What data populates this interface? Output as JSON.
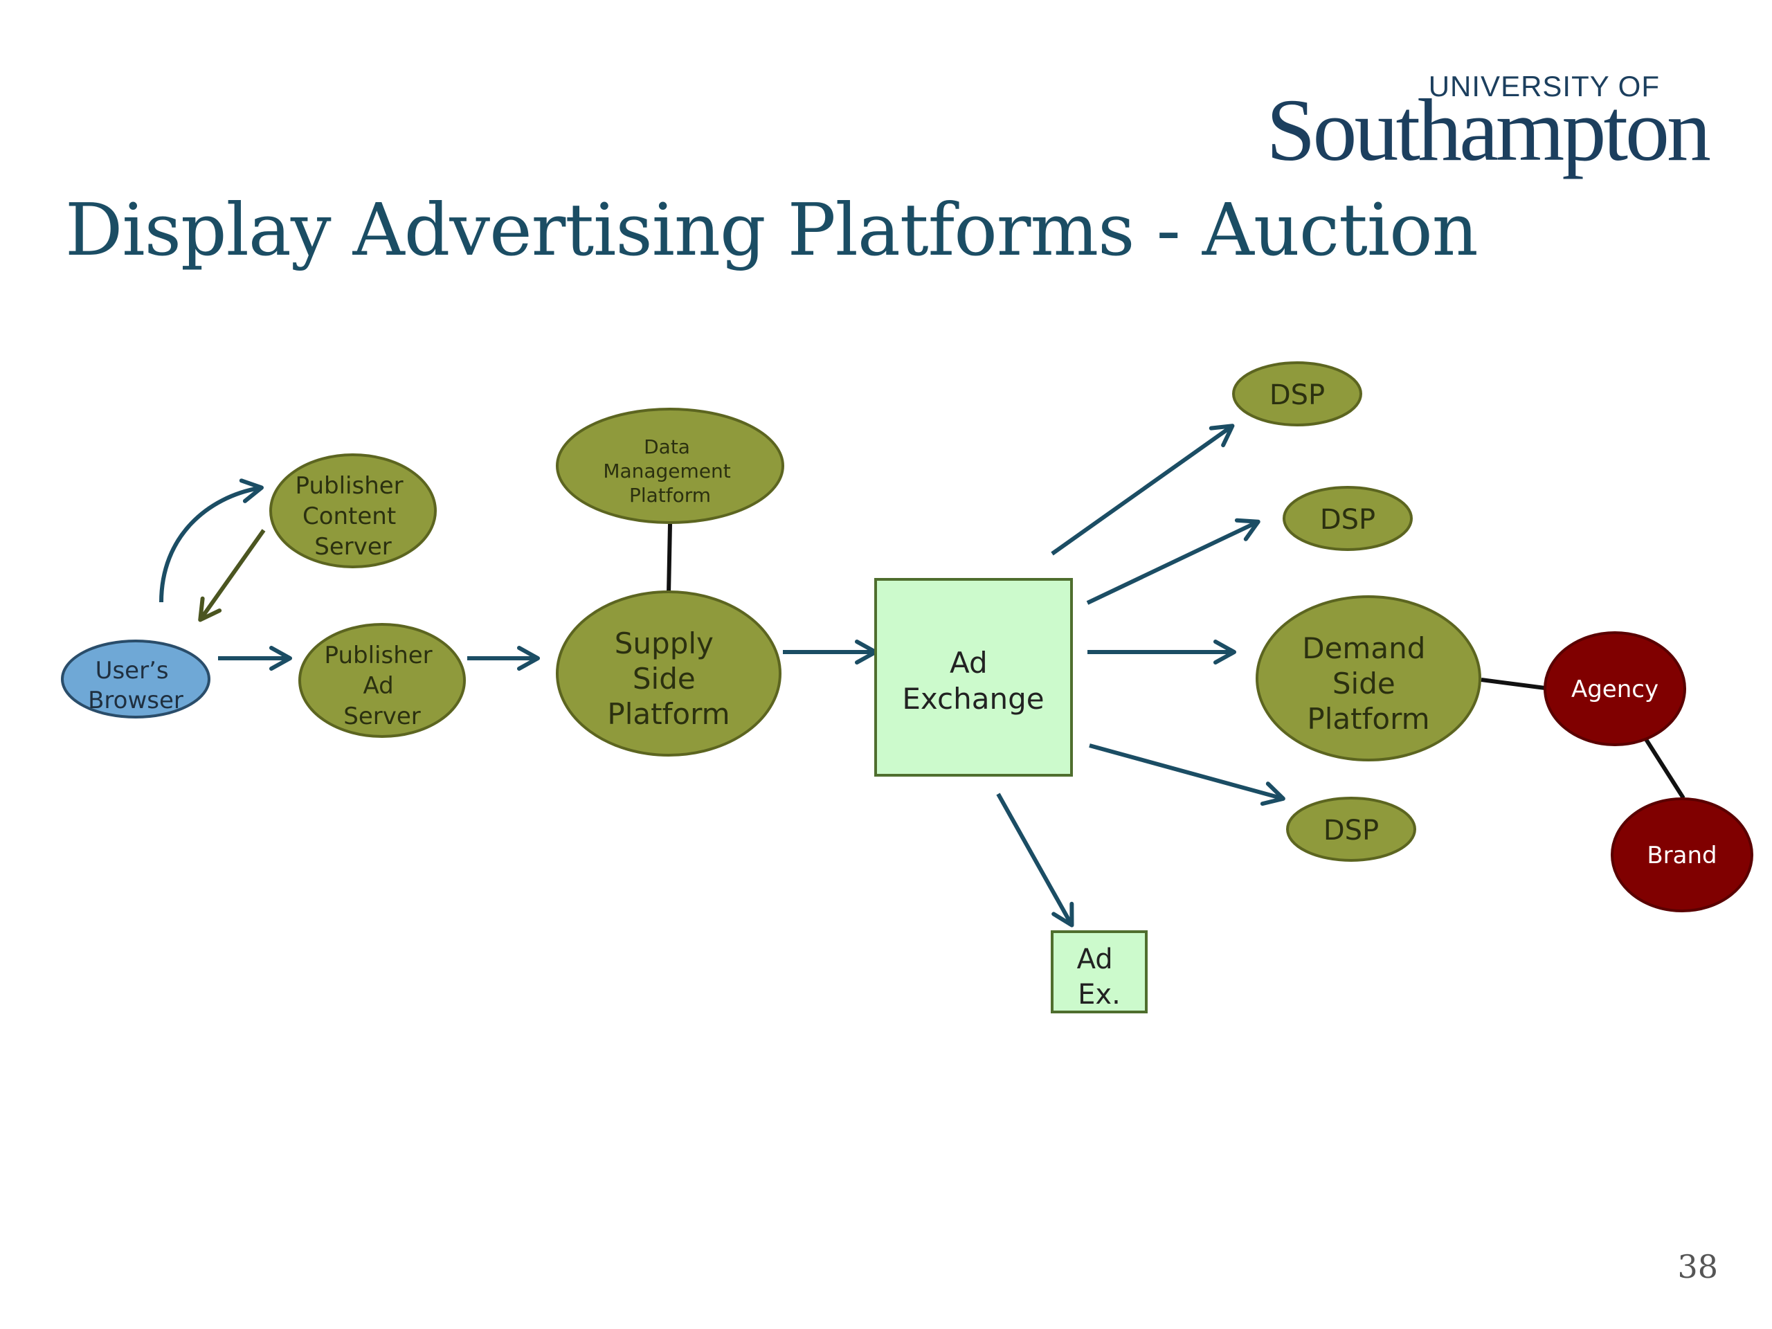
{
  "slide": {
    "title": "Display Advertising Platforms - Auction",
    "page_number": "38"
  },
  "logo": {
    "top_text": "UNIVERSITY OF",
    "main_text": "Southampton"
  },
  "colors": {
    "title": "#1b4d64",
    "olive_node": "#8f9a3c",
    "olive_stroke": "#5c6520",
    "blue_node": "#6fa8d6",
    "blue_stroke": "#2a4d6a",
    "exchange_fill": "#ccfacc",
    "exchange_stroke": "#4f6e2e",
    "red_node": "#800000",
    "red_stroke": "#5a0000",
    "arrow": "#1b4d64",
    "arrow_olive": "#4b5520",
    "connector": "#111111"
  },
  "nodes": {
    "users_browser": [
      "User’s",
      "Browser"
    ],
    "publisher_content_server": [
      "Publisher",
      "Content",
      "Server"
    ],
    "publisher_ad_server": [
      "Publisher",
      "Ad",
      "Server"
    ],
    "data_management_platform": [
      "Data",
      "Management",
      "Platform"
    ],
    "supply_side_platform": [
      "Supply",
      "Side",
      "Platform"
    ],
    "ad_exchange": [
      "Ad",
      "Exchange"
    ],
    "ad_ex_small": [
      "Ad",
      "Ex."
    ],
    "dsp_1": [
      "DSP"
    ],
    "dsp_2": [
      "DSP"
    ],
    "dsp_3": [
      "DSP"
    ],
    "demand_side_platform": [
      "Demand",
      "Side",
      "Platform"
    ],
    "agency": [
      "Agency"
    ],
    "brand": [
      "Brand"
    ]
  }
}
